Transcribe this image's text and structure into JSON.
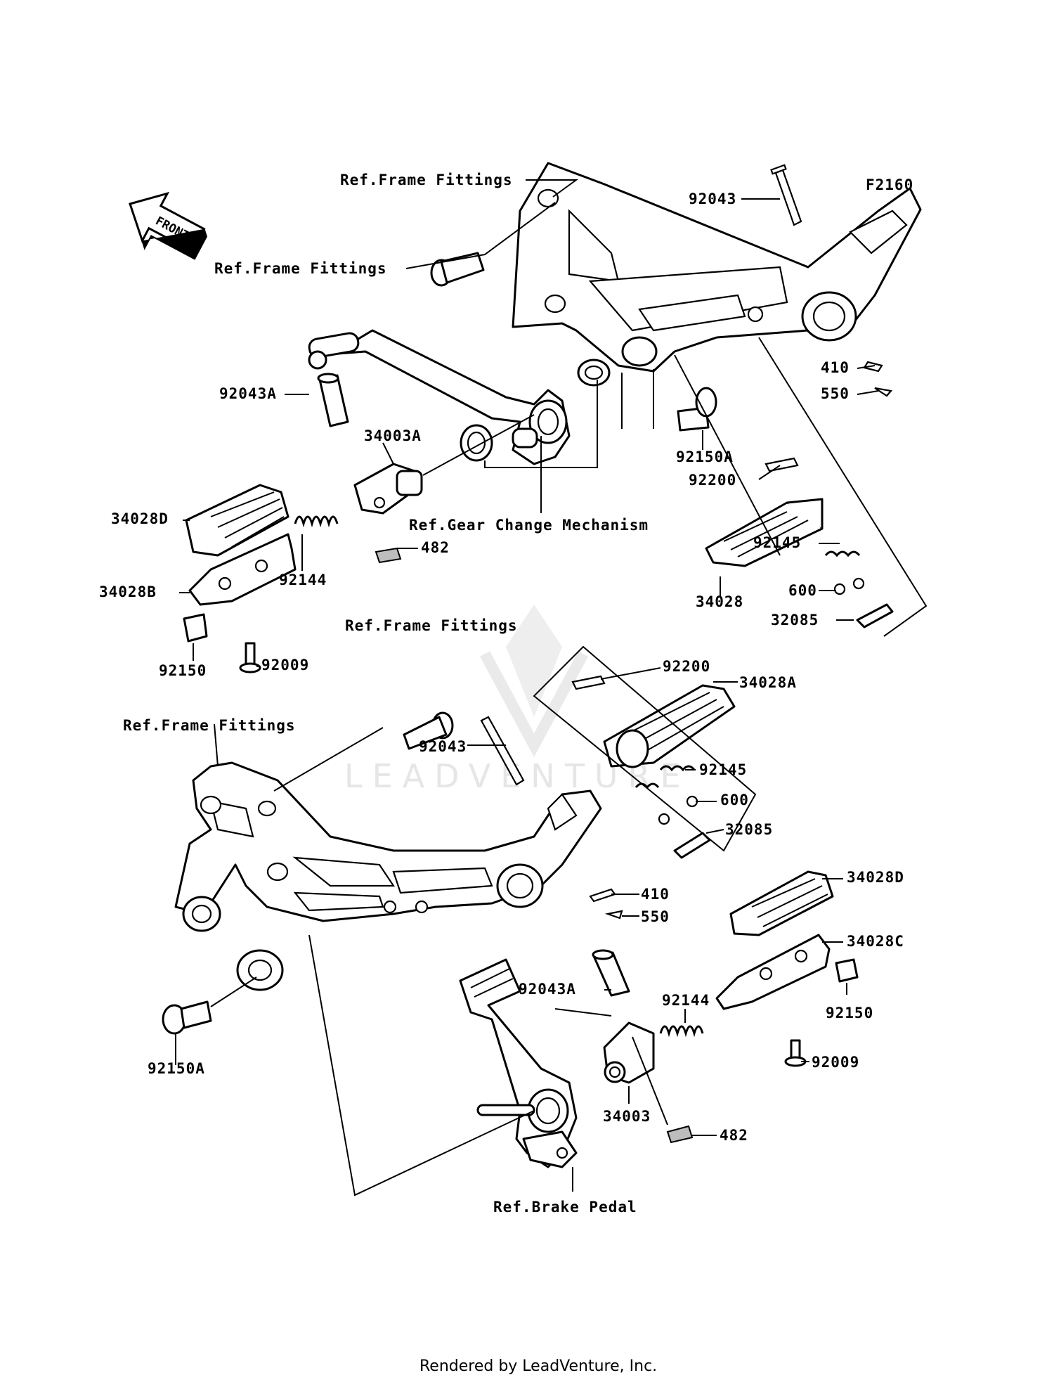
{
  "diagram": {
    "code": "F2160",
    "front_arrow": "FRONT",
    "watermark": "LEADVENTURE",
    "footer": "Rendered by LeadVenture, Inc.",
    "labels": {
      "ref_frame_top": "Ref.Frame Fittings",
      "ref_frame_bolt_top": "Ref.Frame Fittings",
      "ref_gear": "Ref.Gear Change Mechanism",
      "ref_frame_mid": "Ref.Frame Fittings",
      "ref_frame_left": "Ref.Frame Fittings",
      "ref_brake": "Ref.Brake Pedal",
      "p92043_top": "92043",
      "p92043A_top": "92043A",
      "p34003A": "34003A",
      "p34028D_top": "34028D",
      "p34028B": "34028B",
      "p92144_top": "92144",
      "p482_top": "482",
      "p92150_top": "92150",
      "p92009_top": "92009",
      "p410_top": "410",
      "p550_top": "550",
      "p92150A_top": "92150A",
      "p92200_top": "92200",
      "p92145_top": "92145",
      "p600_top": "600",
      "p34028": "34028",
      "p32085_top": "32085",
      "p92200_bot": "92200",
      "p34028A": "34028A",
      "p92043_bot": "92043",
      "p92145_bot": "92145",
      "p600_bot": "600",
      "p32085_bot": "32085",
      "p34028D_bot": "34028D",
      "p410_bot": "410",
      "p550_bot": "550",
      "p34028C": "34028C",
      "p92043A_bot": "92043A",
      "p92144_bot": "92144",
      "p92150_bot": "92150",
      "p92009_bot": "92009",
      "p34003": "34003",
      "p482_bot": "482",
      "p92150A_bot": "92150A"
    }
  }
}
